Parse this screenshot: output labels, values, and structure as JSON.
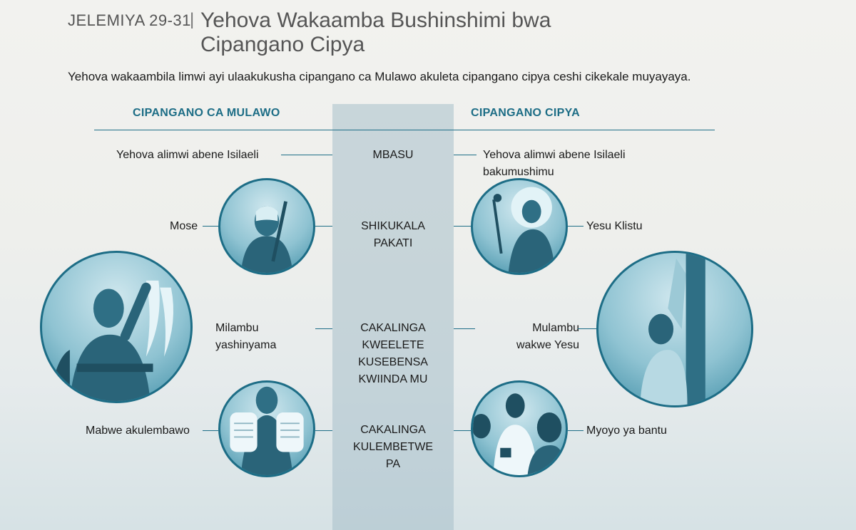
{
  "header": {
    "reference": "JELEMIYA 29-31",
    "separator": "|",
    "title": "Yehova Wakaamba Bushinshimi bwa Cipangano Cipya"
  },
  "intro": "Yehova wakaambila limwi ayi ulaakukusha cipangano ca Mulawo akuleta cipangano cipya ceshi cikekale muyayaya.",
  "columns": {
    "left_heading": "CIPANGANO CA MULAWO",
    "right_heading": "CIPANGANO CIPYA"
  },
  "rows": [
    {
      "center": "MBASU",
      "left": "Yehova alimwi abene Isilaeli",
      "right": "Yehova alimwi abene Isilaeli bakumushimu"
    },
    {
      "center": "SHIKUKALA PAKATI",
      "left": "Mose",
      "right": "Yesu Klistu"
    },
    {
      "center": "CAKALINGA KWEELETE KUSEBENSA KWIINDA MU",
      "left": "Milambu yashinyama",
      "right": "Mulambu wakwe Yesu"
    },
    {
      "center": "CAKALINGA KULEMBETWE PA",
      "left": "Mabwe akulembawo",
      "right": "Myoyo ya bantu"
    }
  ],
  "colors": {
    "accent": "#1d6d86",
    "band": "#a8c0ca"
  }
}
